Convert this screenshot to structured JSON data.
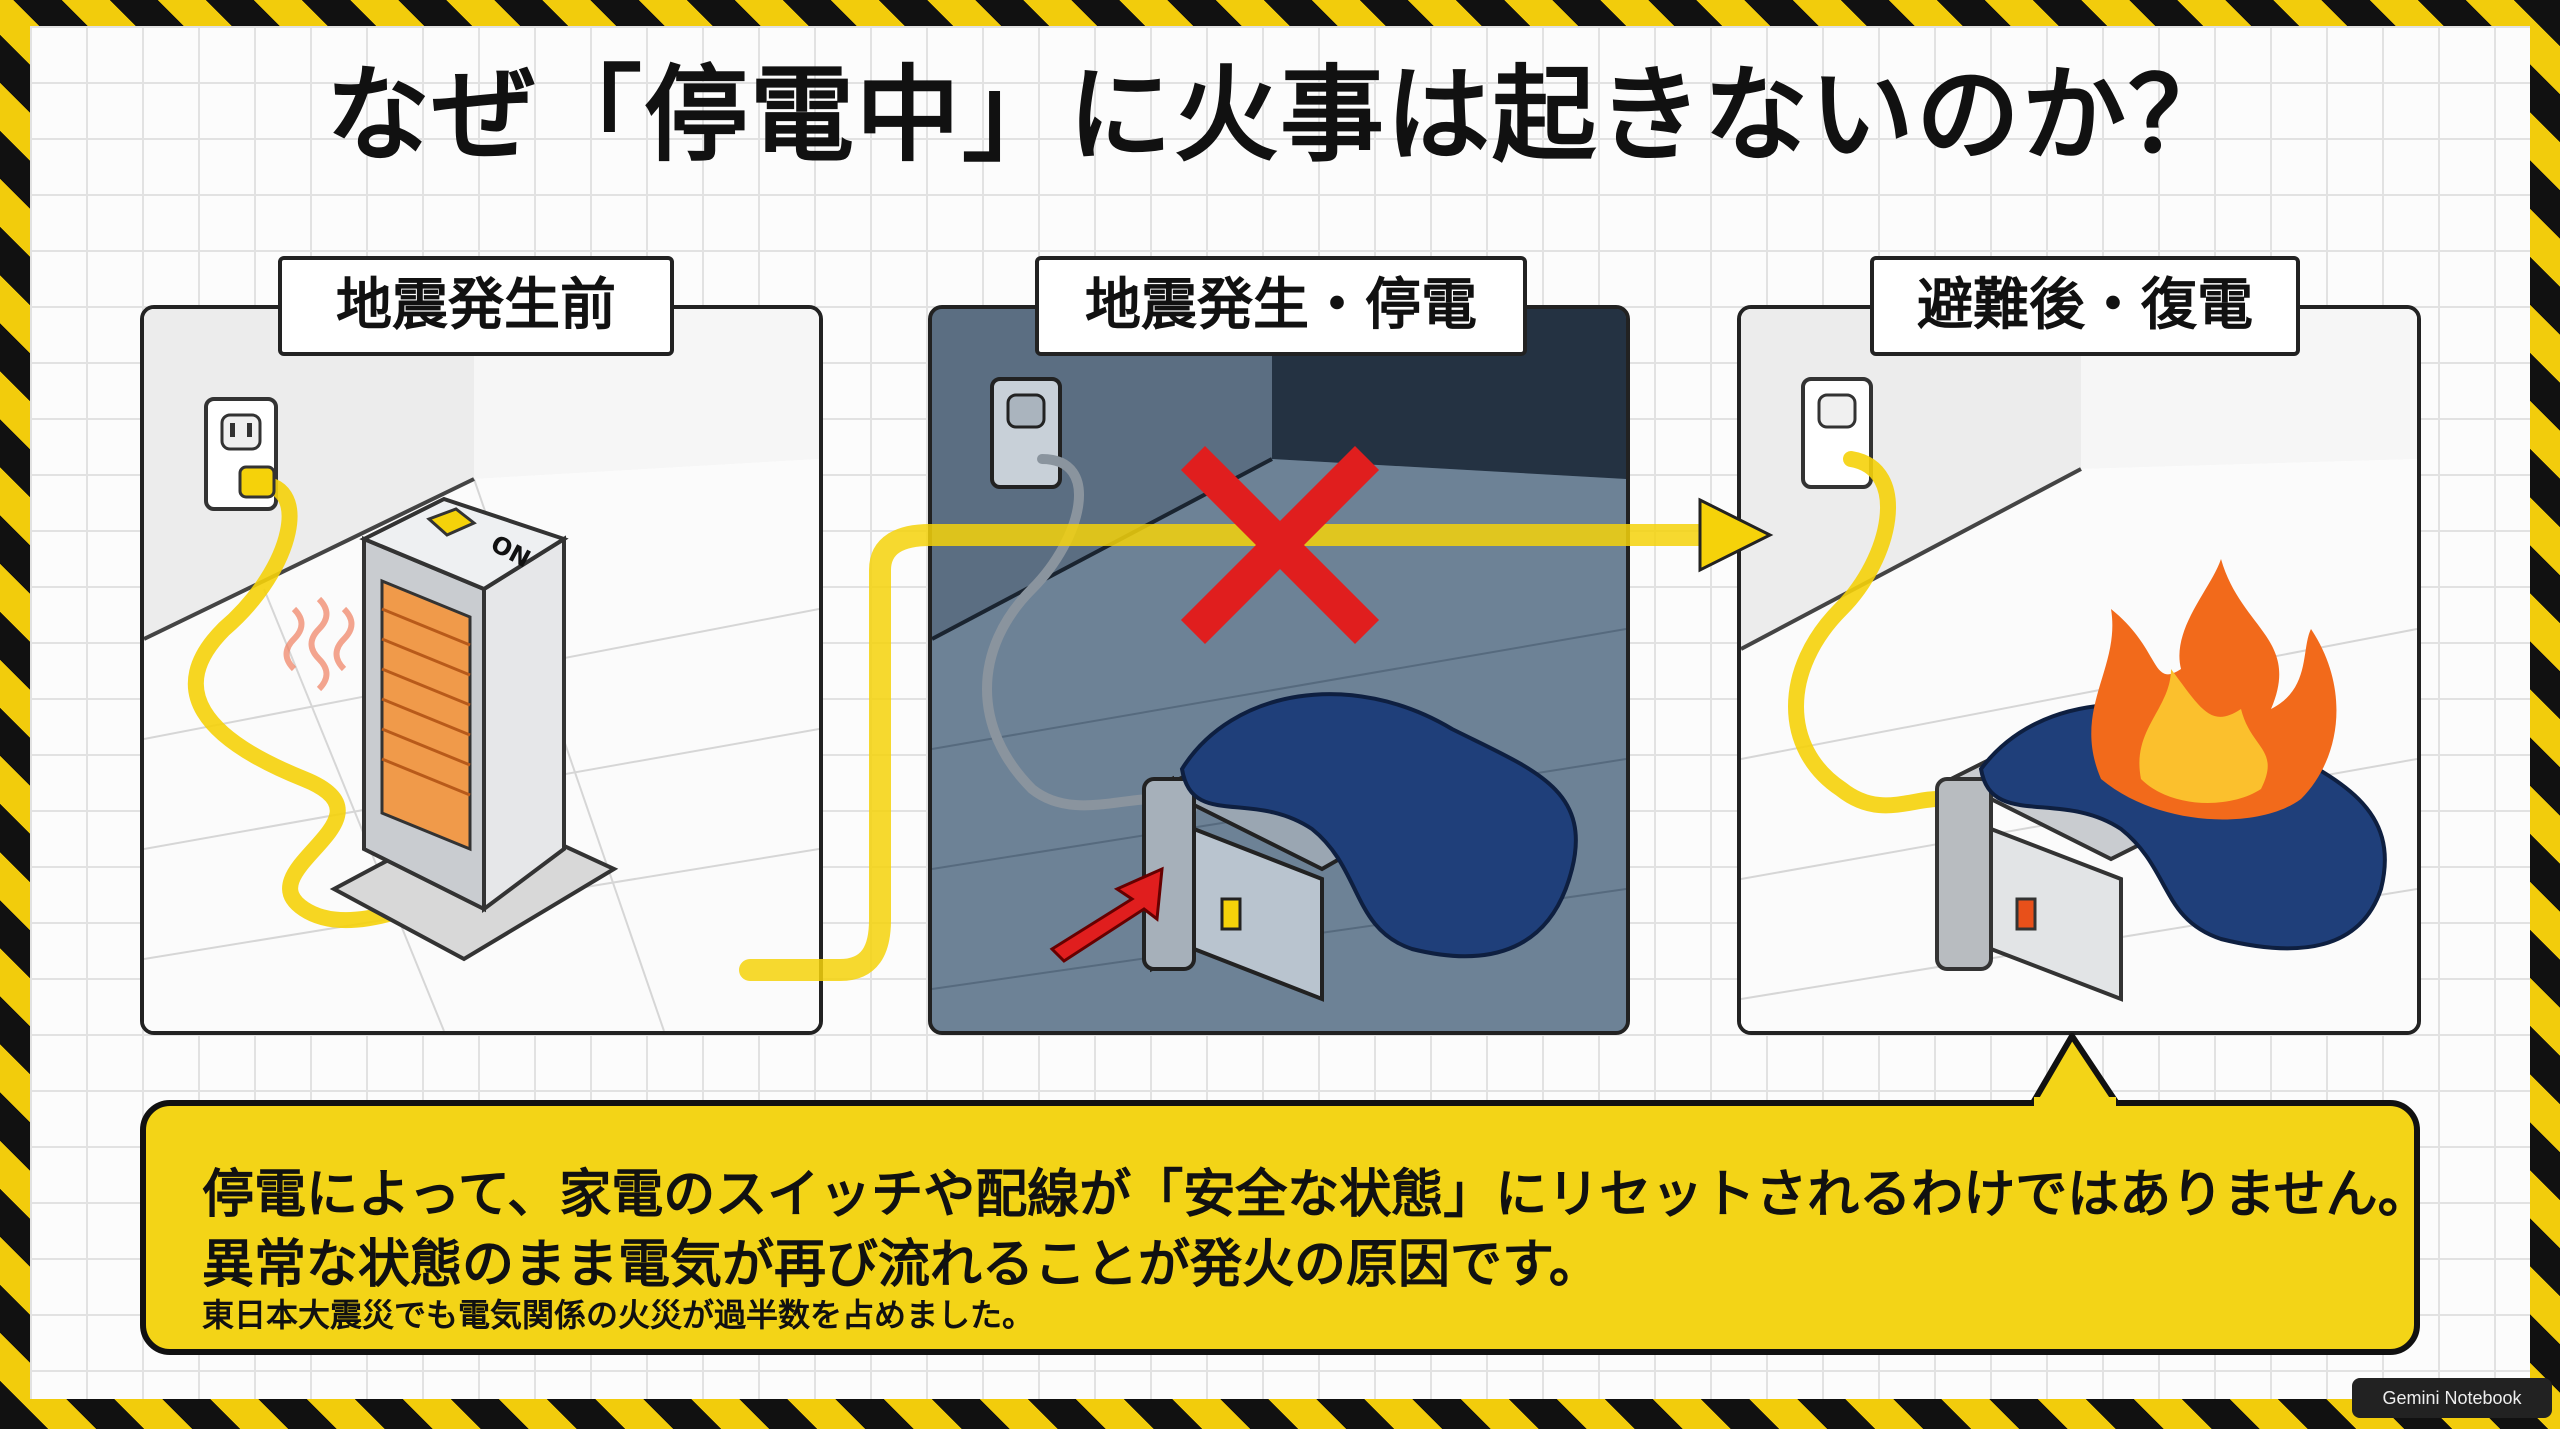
{
  "title": "なぜ「停電中」に火事は起きないのか？",
  "panels": [
    {
      "label": "地震発生前",
      "switch_label": "ON"
    },
    {
      "label": "地震発生・停電"
    },
    {
      "label": "避難後・復電"
    }
  ],
  "message": {
    "line1": "停電によって、家電のスイッチや配線が「安全な状態」にリセットされるわけではありません。",
    "line2": "異常な状態のまま電気が再び流れることが発火の原因です。",
    "line3": "東日本大震災でも電気関係の火災が過半数を占めました。"
  },
  "watermark": "Gemini Notebook",
  "colors": {
    "stripe_yellow": "#f2cc0c",
    "stripe_black": "#111111",
    "cable_yellow": "#f5d20a",
    "cross_red": "#e01e1e",
    "blanket_blue": "#1f3f7a",
    "message_bg": "#f3d417"
  },
  "icons": [
    "outlet-icon",
    "heater-icon",
    "heat-waves-icon",
    "cross-icon",
    "red-arrow-icon",
    "flame-icon",
    "blanket-icon",
    "power-flow-arrow-icon"
  ]
}
